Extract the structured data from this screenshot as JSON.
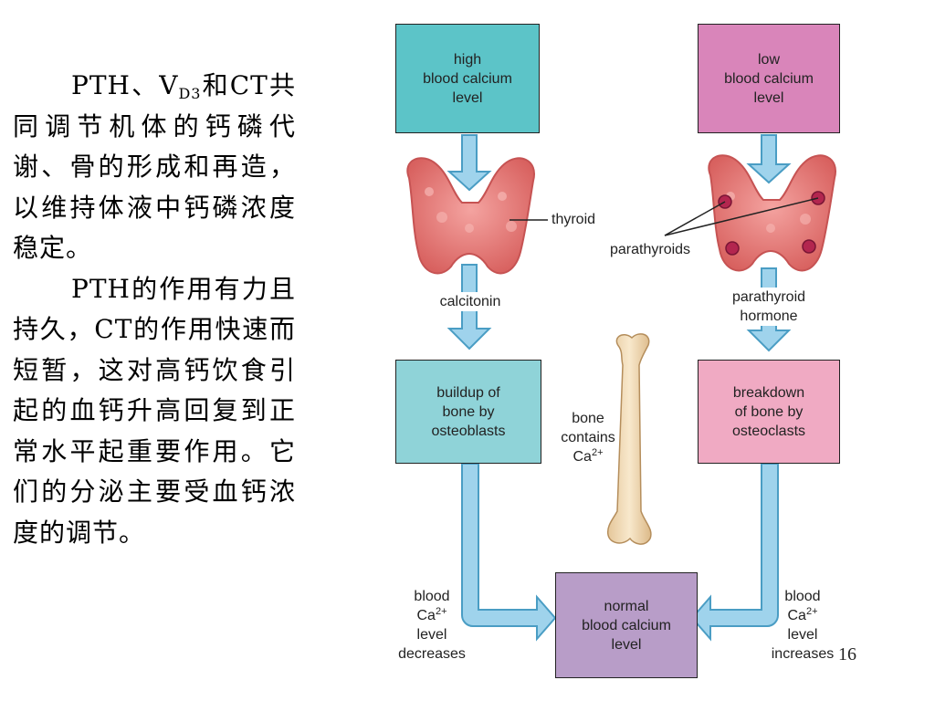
{
  "text_panel": {
    "para1": {
      "pre": "PTH、V",
      "sub": "D3",
      "post": "和CT共同调节机体的钙磷代谢、骨的形成和再造，以维持体液中钙磷浓度稳定。"
    },
    "para2": "PTH的作用有力且持久，CT的作用快速而短暂，这对高钙饮食引起的血钙升高回复到正常水平起重要作用。它们的分泌主要受血钙浓度的调节。"
  },
  "diagram": {
    "high_box": {
      "line1": "high",
      "line2": "blood calcium",
      "line3": "level"
    },
    "low_box": {
      "line1": "low",
      "line2": "blood calcium",
      "line3": "level"
    },
    "thyroid_label": "thyroid",
    "parathyroids_label": "parathyroids",
    "calcitonin_label": "calcitonin",
    "pth_label": {
      "line1": "parathyroid",
      "line2": "hormone"
    },
    "buildup_box": {
      "line1": "buildup of",
      "line2": "bone by",
      "line3": "osteoblasts"
    },
    "breakdown_box": {
      "line1": "breakdown",
      "line2": "of bone by",
      "line3": "osteoclasts"
    },
    "bone_label": {
      "line1": "bone",
      "line2": "contains",
      "line3": "Ca",
      "sup": "2+"
    },
    "normal_box": {
      "line1": "normal",
      "line2": "blood calcium",
      "line3": "level"
    },
    "decrease_label": {
      "line1": "blood",
      "line2": "Ca",
      "sup": "2+",
      "line3": "level",
      "line4": "decreases"
    },
    "increase_label": {
      "line1": "blood",
      "line2": "Ca",
      "sup": "2+",
      "line3": "level",
      "line4": "increases"
    },
    "colors": {
      "teal_box": "#5cc4c8",
      "light_teal_box": "#8fd3d8",
      "pink_box": "#d985ba",
      "light_pink_box": "#f0aac3",
      "purple_box": "#b89dc8",
      "arrow_fill": "#9fd3ec",
      "arrow_stroke": "#4a9dc4",
      "thyroid": "#e77f7f",
      "bone": "#f0d7b0"
    }
  },
  "page_number": "16"
}
